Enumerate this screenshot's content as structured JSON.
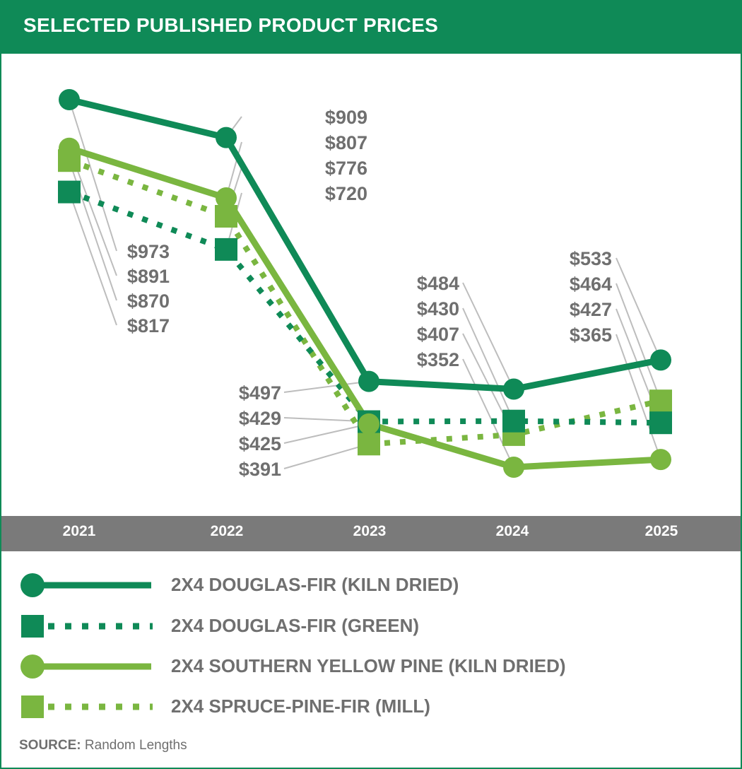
{
  "header": {
    "title": "SELECTED PUBLISHED PRODUCT PRICES"
  },
  "colors": {
    "dark_green": "#0f8a57",
    "light_green": "#7ab640",
    "gray_text": "#6f6f6f",
    "leader_gray": "#bdbdbd",
    "axis_band": "#7a7a7a"
  },
  "chart_data": {
    "type": "line",
    "x": [
      "2021",
      "2022",
      "2023",
      "2024",
      "2025"
    ],
    "series": [
      {
        "name": "2X4 DOUGLAS-FIR (KILN DRIED)",
        "values": [
          973,
          909,
          497,
          484,
          533
        ],
        "labels": [
          "$973",
          "$909",
          "$497",
          "$484",
          "$533"
        ],
        "color": "#0f8a57",
        "style": "solid",
        "marker": "circle"
      },
      {
        "name": "2X4 DOUGLAS-FIR (GREEN)",
        "values": [
          817,
          720,
          429,
          430,
          427
        ],
        "labels": [
          "$817",
          "$720",
          "$429",
          "$430",
          "$427"
        ],
        "color": "#0f8a57",
        "style": "dotted",
        "marker": "square"
      },
      {
        "name": "2X4 SOUTHERN YELLOW PINE (KILN DRIED)",
        "values": [
          891,
          807,
          425,
          352,
          365
        ],
        "labels": [
          "$891",
          "$807",
          "$425",
          "$352",
          "$365"
        ],
        "color": "#7ab640",
        "style": "solid",
        "marker": "circle"
      },
      {
        "name": "2X4 SPRUCE-PINE-FIR (MILL)",
        "values": [
          870,
          776,
          391,
          407,
          464
        ],
        "labels": [
          "$870",
          "$776",
          "$391",
          "$407",
          "$464"
        ],
        "color": "#7ab640",
        "style": "dotted",
        "marker": "square"
      }
    ],
    "grid": false,
    "legend": "bottom"
  },
  "source": {
    "prefix": "SOURCE:",
    "text": "Random Lengths"
  }
}
